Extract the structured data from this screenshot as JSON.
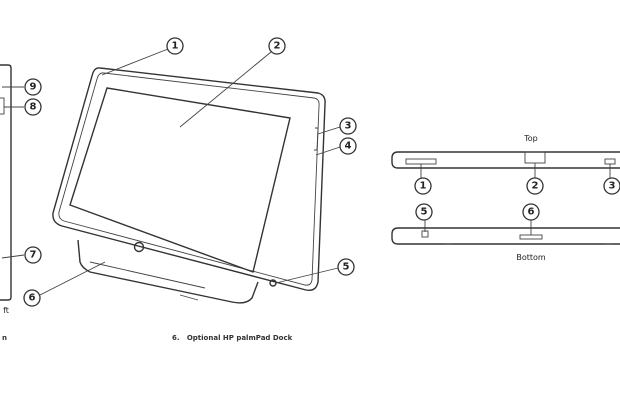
{
  "left_view": {
    "callouts": [
      "9",
      "8",
      "7"
    ],
    "label_fragment": "ft",
    "caption_fragment": "n"
  },
  "front_view": {
    "callouts": [
      "1",
      "2",
      "3",
      "4",
      "5",
      "6"
    ],
    "caption": "6.   Optional HP palmPad Dock"
  },
  "edge_views": {
    "top_label": "Top",
    "bottom_label": "Bottom",
    "top_callouts": [
      "1",
      "2",
      "3"
    ],
    "bottom_callouts": [
      "5",
      "6"
    ]
  }
}
